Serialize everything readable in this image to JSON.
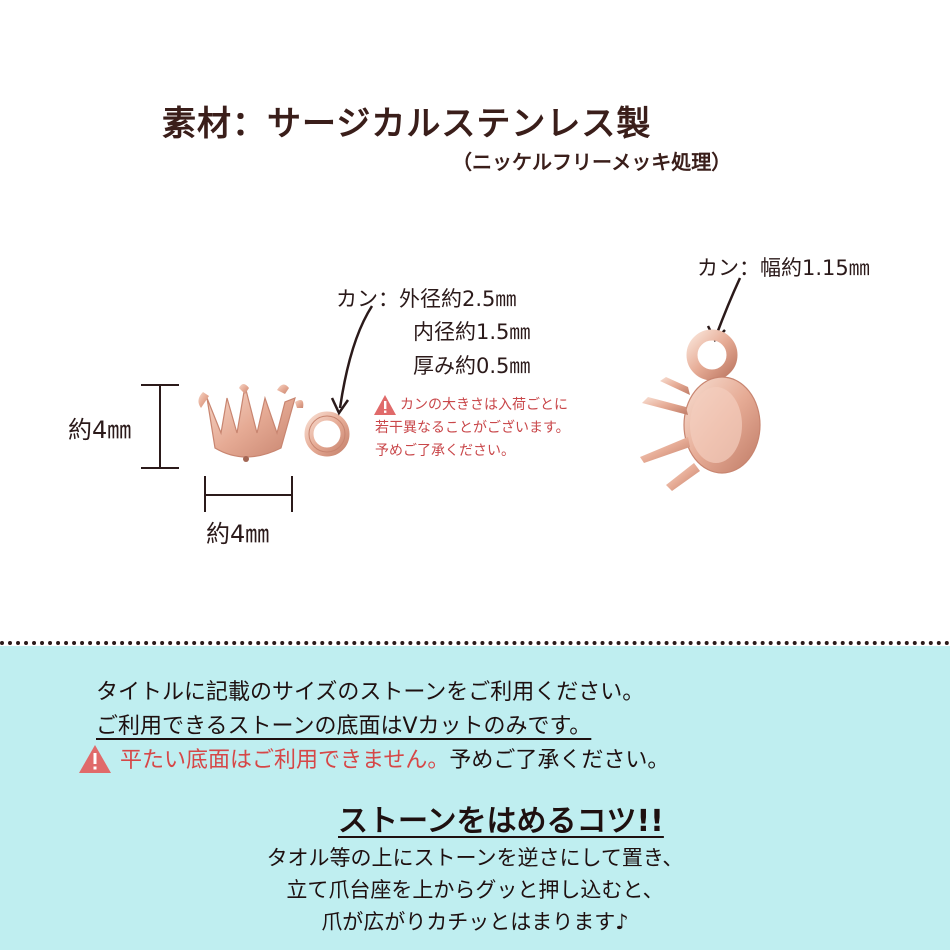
{
  "header": {
    "title": "素材：サージカルステンレス製",
    "subtitle": "（ニッケルフリーメッキ処理）"
  },
  "left_specs": {
    "outer": "カン：外径約2.5㎜",
    "inner": "内径約1.5㎜",
    "thickness": "厚み約0.5㎜"
  },
  "right_spec": {
    "width": "カン：幅約1.15㎜"
  },
  "dimensions": {
    "height": "約4㎜",
    "width": "約4㎜"
  },
  "small_warning": {
    "line1": "カンの大きさは入荷ごとに",
    "line2": "若干異なることがございます。",
    "line3": "予めご了承ください。"
  },
  "notice": {
    "line1": "タイトルに記載のサイズのストーンをご利用ください。",
    "line2": "ご利用できるストーンの底面はVカットのみです。",
    "line3_red": "平たい底面はご利用できません。",
    "line3_rest": "予めご了承ください。"
  },
  "tips": {
    "title": "ストーンをはめるコツ!!",
    "line1": "タオル等の上にストーンを逆さにして置き、",
    "line2": "立て爪台座を上からグッと押し込むと、",
    "line3": "爪が広がりカチッとはまります♪"
  },
  "colors": {
    "background": "#ffffff",
    "notice_panel": "#bfeef0",
    "warning_red": "#d64747",
    "rose_gold": "#e9b7a4"
  },
  "icons": [
    "warning-icon",
    "setting-image-front",
    "setting-image-angled"
  ]
}
